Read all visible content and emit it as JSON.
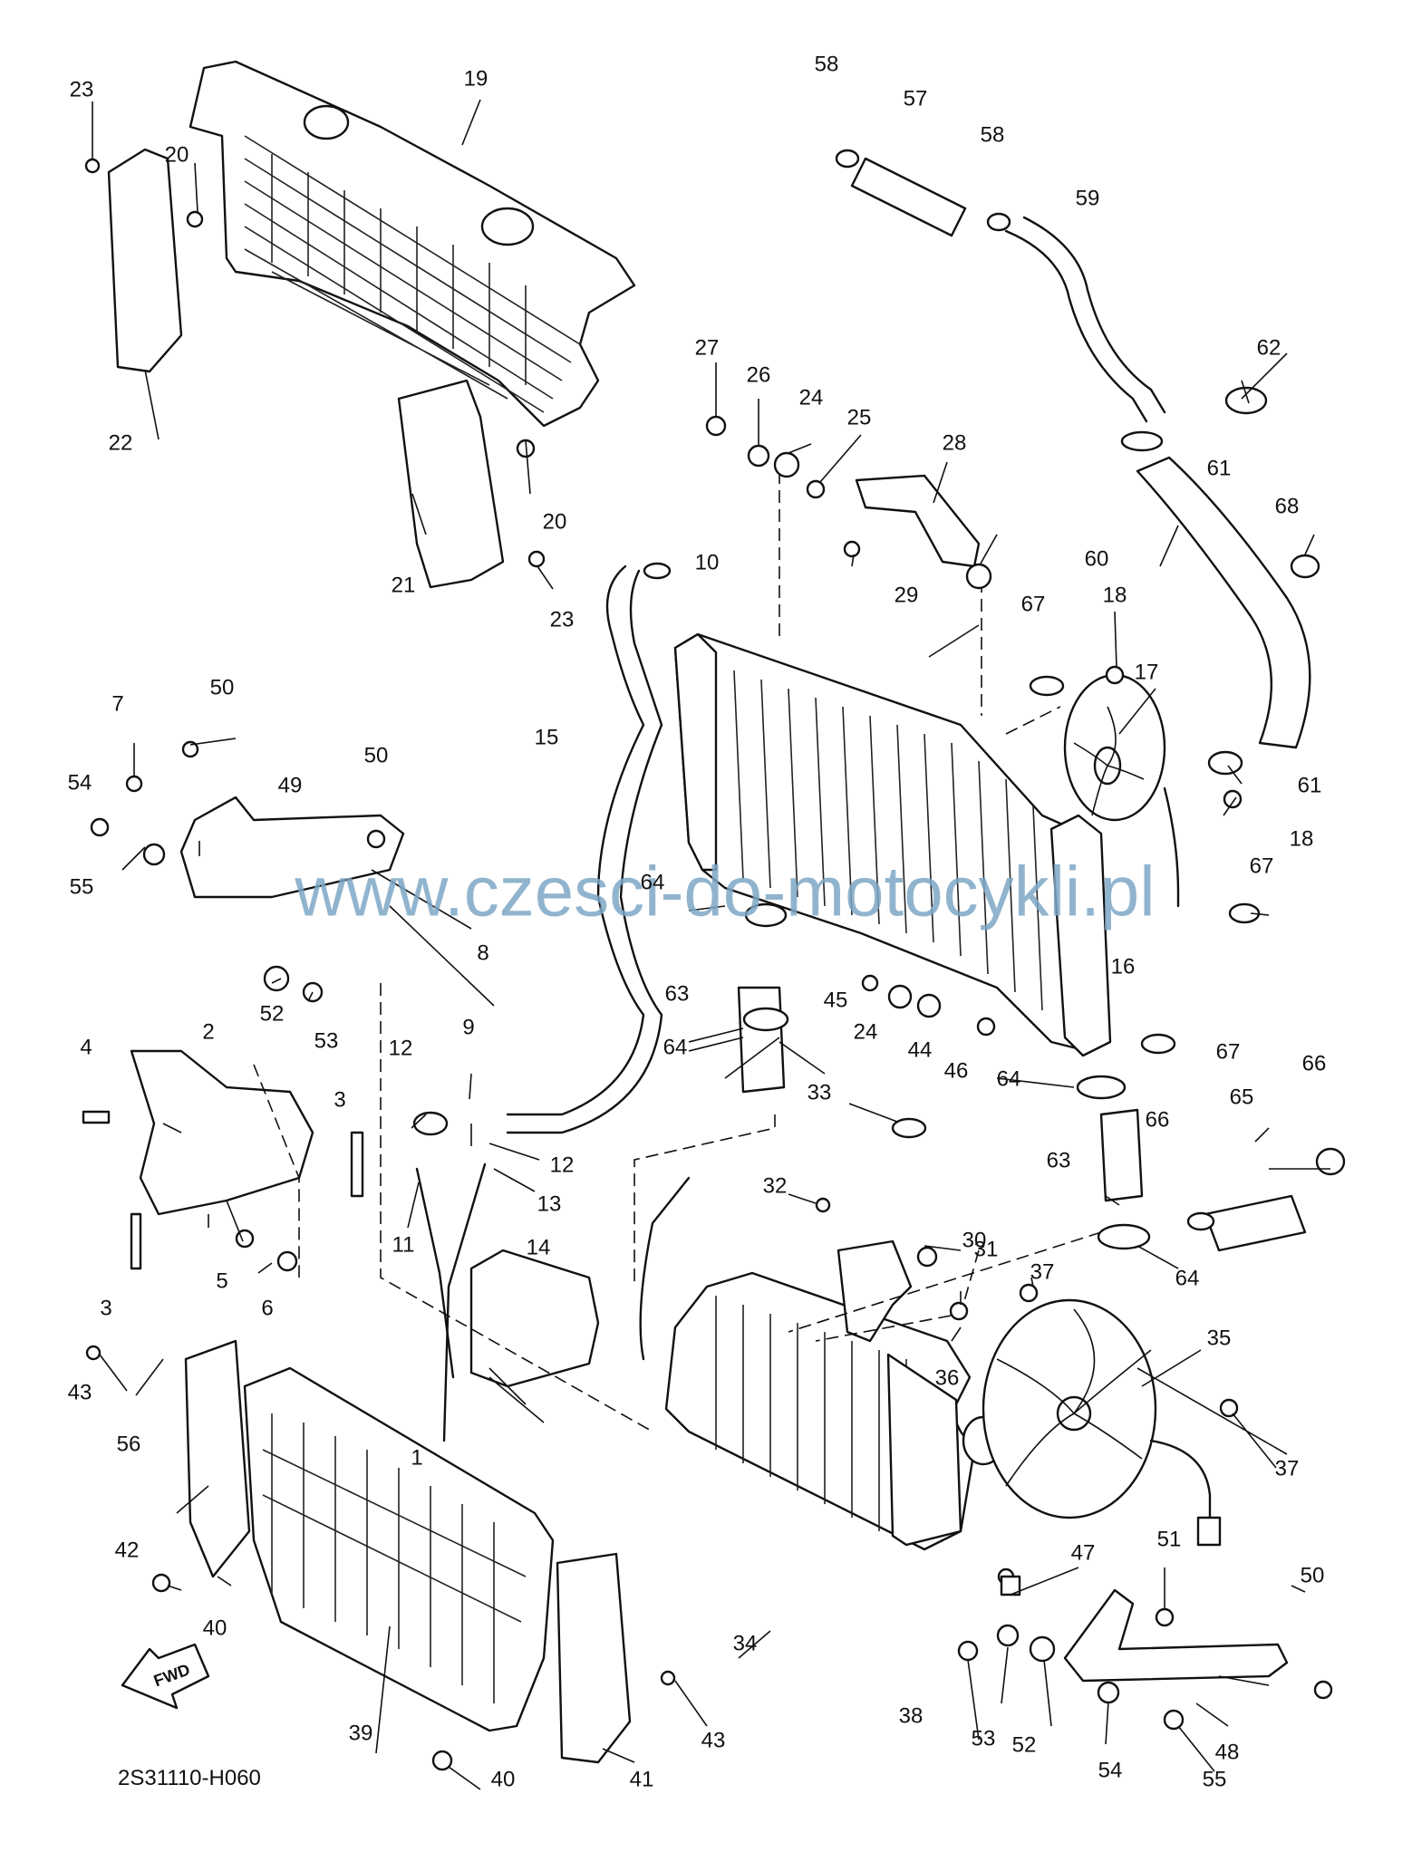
{
  "diagram_code": "2S31110-H060",
  "watermark": "www.czesci-do-motocykli.pl",
  "fwd_label": "FWD",
  "labels": [
    "1",
    "2",
    "3",
    "3",
    "4",
    "5",
    "6",
    "7",
    "8",
    "9",
    "10",
    "11",
    "12",
    "12",
    "13",
    "14",
    "15",
    "16",
    "17",
    "18",
    "18",
    "19",
    "20",
    "20",
    "21",
    "22",
    "23",
    "23",
    "24",
    "24",
    "25",
    "26",
    "27",
    "28",
    "29",
    "30",
    "31",
    "32",
    "33",
    "34",
    "35",
    "36",
    "37",
    "37",
    "38",
    "39",
    "40",
    "40",
    "41",
    "42",
    "43",
    "43",
    "44",
    "45",
    "46",
    "47",
    "48",
    "49",
    "50",
    "50",
    "50",
    "51",
    "52",
    "52",
    "53",
    "53",
    "54",
    "54",
    "55",
    "55",
    "56",
    "57",
    "58",
    "58",
    "59",
    "60",
    "61",
    "61",
    "62",
    "63",
    "63",
    "64",
    "64",
    "64",
    "64",
    "65",
    "66",
    "66",
    "67",
    "67",
    "67",
    "68"
  ],
  "colors": {
    "lines": "#111111",
    "watermark": "#7ea7c6",
    "background": "#ffffff"
  }
}
